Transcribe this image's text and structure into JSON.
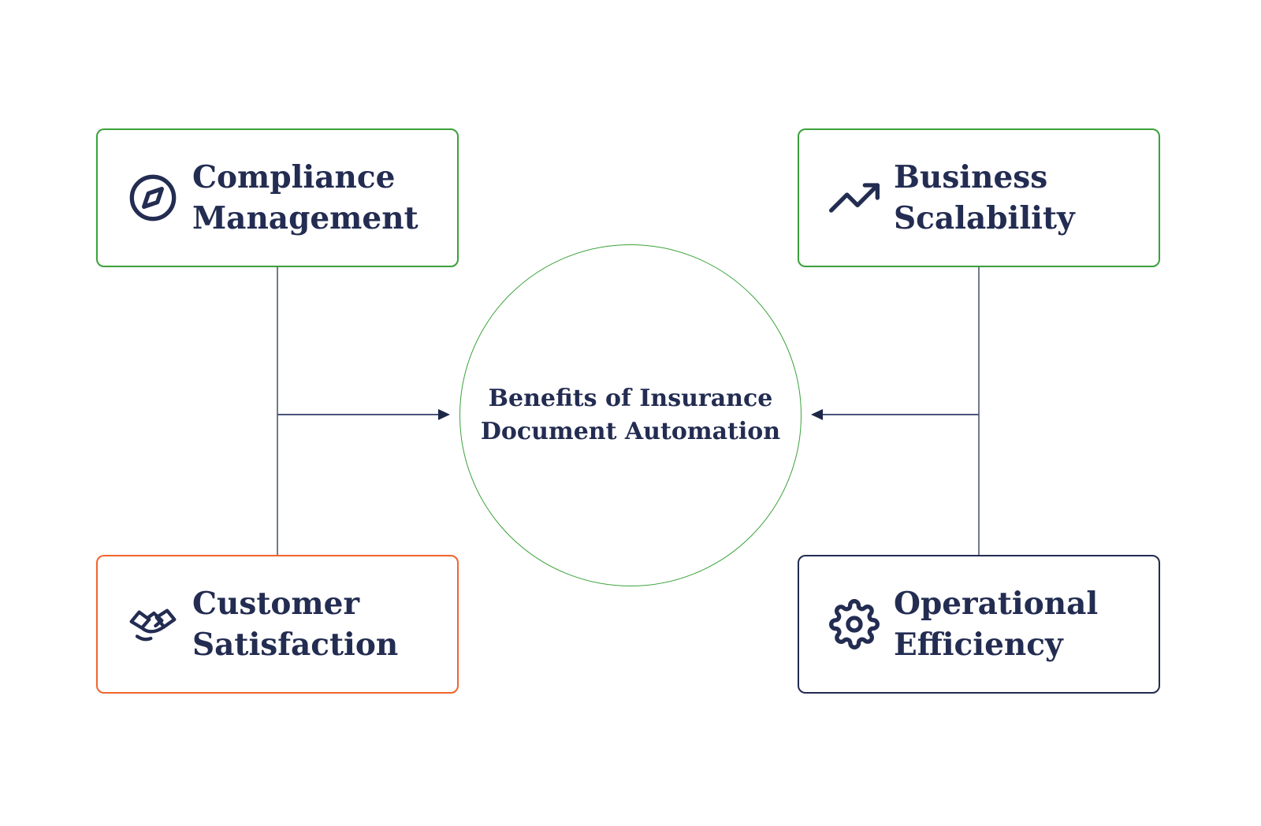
{
  "diagram": {
    "center": {
      "title": "Benefits of Insurance Document Automation",
      "title_lines": [
        "Benefits of Insurance",
        "Document Automation"
      ]
    },
    "nodes": [
      {
        "id": "compliance-management",
        "label": "Compliance Management",
        "label_lines": [
          "Compliance",
          "Management"
        ],
        "icon": "compass-icon",
        "accent": "#3ba23b"
      },
      {
        "id": "business-scalability",
        "label": "Business Scalability",
        "label_lines": [
          "Business",
          "Scalability"
        ],
        "icon": "trending-up-icon",
        "accent": "#3ba23b"
      },
      {
        "id": "customer-satisfaction",
        "label": "Customer Satisfaction",
        "label_lines": [
          "Customer",
          "Satisfaction"
        ],
        "icon": "handshake-icon",
        "accent": "#f1662c"
      },
      {
        "id": "operational-efficiency",
        "label": "Operational Efficiency",
        "label_lines": [
          "Operational",
          "Efficiency"
        ],
        "icon": "gear-icon",
        "accent": "#232c51"
      }
    ],
    "colors": {
      "green": "#3ba23b",
      "orange": "#f1662c",
      "navy": "#232c51",
      "connector_gray": "#717a8a",
      "arrow_line": "#49547a",
      "arrowhead": "#1d2747",
      "background": "#ffffff"
    }
  }
}
